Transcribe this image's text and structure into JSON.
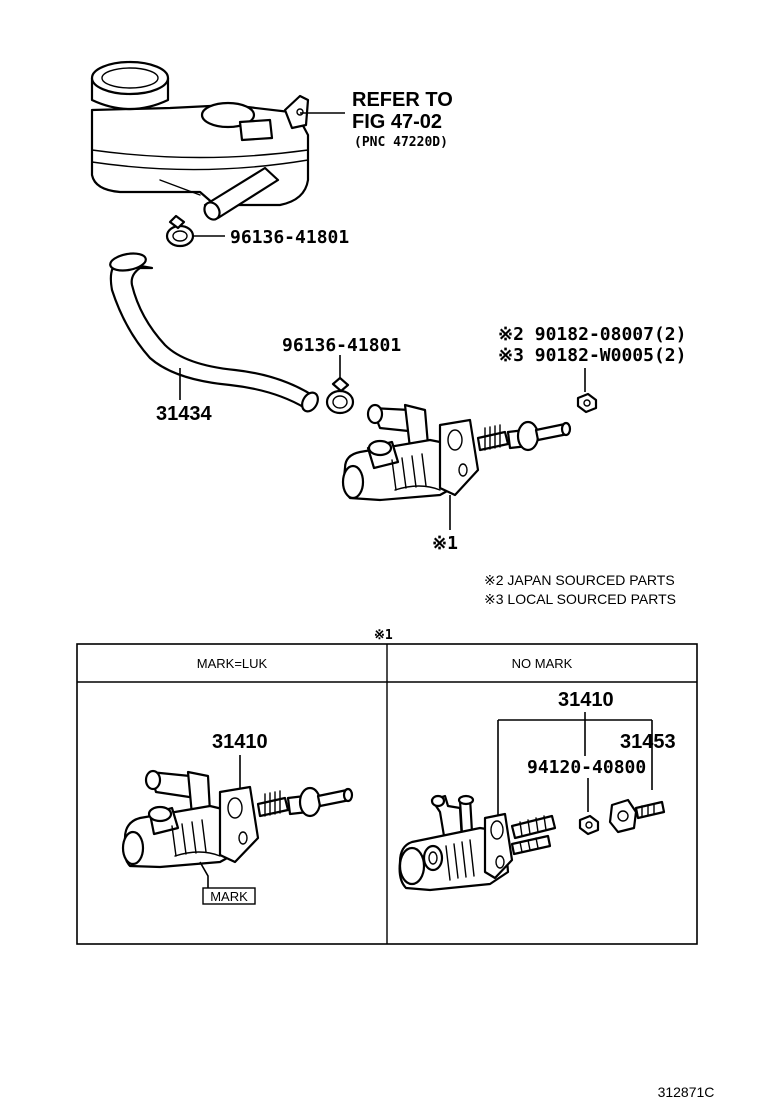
{
  "refer": {
    "line1": "REFER TO",
    "line2": "FIG 47-02",
    "line3": "(PNC 47220D)"
  },
  "parts": {
    "clip_top": "96136-41801",
    "clip_mid": "96136-41801",
    "hose": "31434",
    "nut_jp": "※2 90182-08007(2)",
    "nut_local": "※3 90182-W0005(2)",
    "cylinder_ref": "※1"
  },
  "notes": {
    "japan": "※2 JAPAN SOURCED PARTS",
    "local": "※3 LOCAL SOURCED PARTS"
  },
  "table": {
    "ref": "※1",
    "col1_header": "MARK=LUK",
    "col2_header": "NO MARK",
    "col1_part": "31410",
    "col1_mark_label": "MARK",
    "col2_part": "31410",
    "col2_sub1": "31453",
    "col2_sub2": "94120-40800"
  },
  "figure_id": "312871C",
  "colors": {
    "line": "#000000",
    "background": "#ffffff"
  }
}
